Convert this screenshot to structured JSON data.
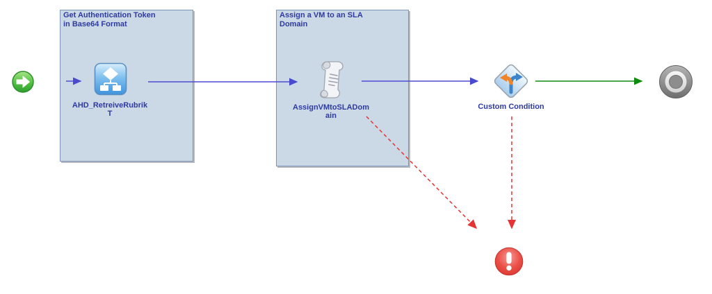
{
  "diagram": {
    "notes": [
      {
        "title": "Get Authentication Token\nin Base64 Format"
      },
      {
        "title": "Assign a VM to an SLA\nDomain"
      }
    ],
    "nodes": [
      {
        "id": "start",
        "icon": "green-start-arrow-icon",
        "label": ""
      },
      {
        "id": "workflow-element",
        "icon": "flowchart-workflow-icon",
        "label": "AHD_RetreiveRubrik\nT"
      },
      {
        "id": "scriptable-task",
        "icon": "script-scroll-icon",
        "label": "AssignVMtoSLADom\nain"
      },
      {
        "id": "custom-condition",
        "icon": "fork-condition-icon",
        "label": "Custom Condition"
      },
      {
        "id": "end",
        "icon": "gray-target-icon",
        "label": ""
      },
      {
        "id": "error-end",
        "icon": "red-exclamation-icon",
        "label": ""
      }
    ],
    "colors": {
      "flow_blue": "#4a4ad0",
      "success_green": "#0d8c0d",
      "error_red": "#e63333",
      "note_fill": "#cbd8e6",
      "note_border": "#7e94b8",
      "text_navy": "#2d3aa0",
      "icon_blue": "#4a9ade",
      "condition_orange": "#f08428",
      "condition_blue": "#3d85c8",
      "end_gray": "#8d8d8d"
    }
  }
}
